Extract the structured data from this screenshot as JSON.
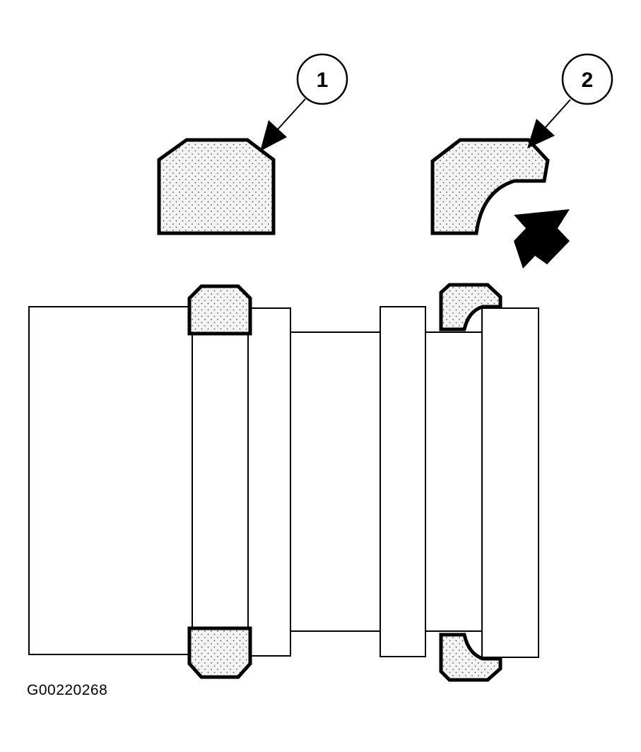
{
  "callouts": [
    {
      "label": "1"
    },
    {
      "label": "2"
    }
  ],
  "figure_id": "G00220268",
  "colors": {
    "outline": "#000000",
    "background": "#ffffff",
    "seal_fill": "#f2f2f2",
    "seal_dots": "#555555"
  }
}
